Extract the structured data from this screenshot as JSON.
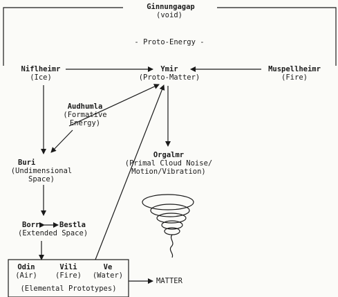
{
  "nodes": {
    "ginnungagap": {
      "name": "Ginnungagap",
      "sub": "(void)"
    },
    "proto_energy": "- Proto-Energy -",
    "niflheimr": {
      "name": "Niflheimr",
      "sub": "(Ice)"
    },
    "ymir": {
      "name": "Ymir",
      "sub": "(Proto-Matter)"
    },
    "muspellheimr": {
      "name": "Muspellheimr",
      "sub": "(Fire)"
    },
    "audhumla": {
      "name": "Audhumla",
      "sub1": "(Formative",
      "sub2": "Energy)"
    },
    "buri": {
      "name": "Buri",
      "sub1": "(Undimensional",
      "sub2": "Space)"
    },
    "orgalmr": {
      "name": "Orgalmr",
      "sub1": "(Primal Cloud Noise/",
      "sub2": "Motion/Vibration)"
    },
    "borr": "Borr",
    "bestla": "Bestla",
    "extended_space": "(Extended Space)",
    "odin": {
      "name": "Odin",
      "sub": "(Air)"
    },
    "vili": {
      "name": "Vili",
      "sub": "(Fire)"
    },
    "ve": {
      "name": "Ve",
      "sub": "(Water)"
    },
    "elemental": "(Elemental Prototypes)",
    "matter": "MATTER"
  }
}
